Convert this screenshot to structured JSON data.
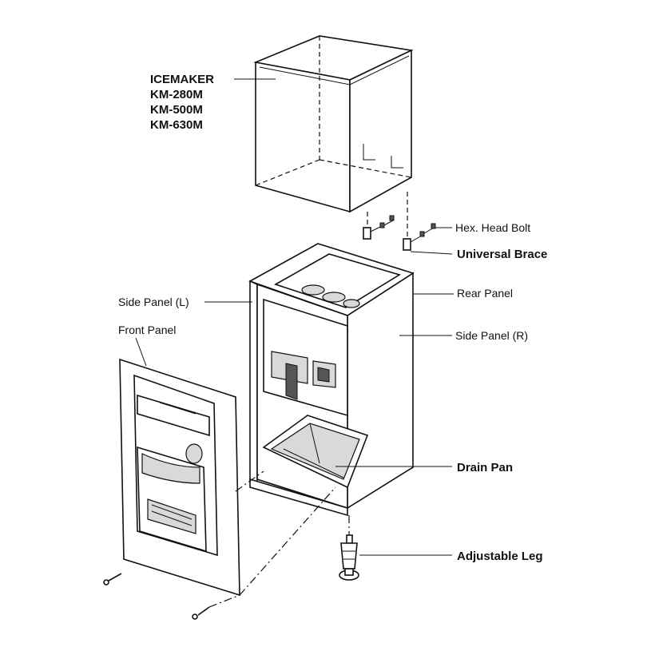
{
  "title_lines": [
    "ICEMAKER",
    "KM-280M",
    "KM-500M",
    "KM-630M"
  ],
  "labels": {
    "hex_head_bolt": "Hex. Head Bolt",
    "universal_brace": "Universal Brace",
    "rear_panel": "Rear Panel",
    "side_panel_l": "Side Panel (L)",
    "side_panel_r": "Side Panel (R)",
    "front_panel": "Front Panel",
    "drain_pan": "Drain Pan",
    "adjustable_leg": "Adjustable Leg"
  }
}
